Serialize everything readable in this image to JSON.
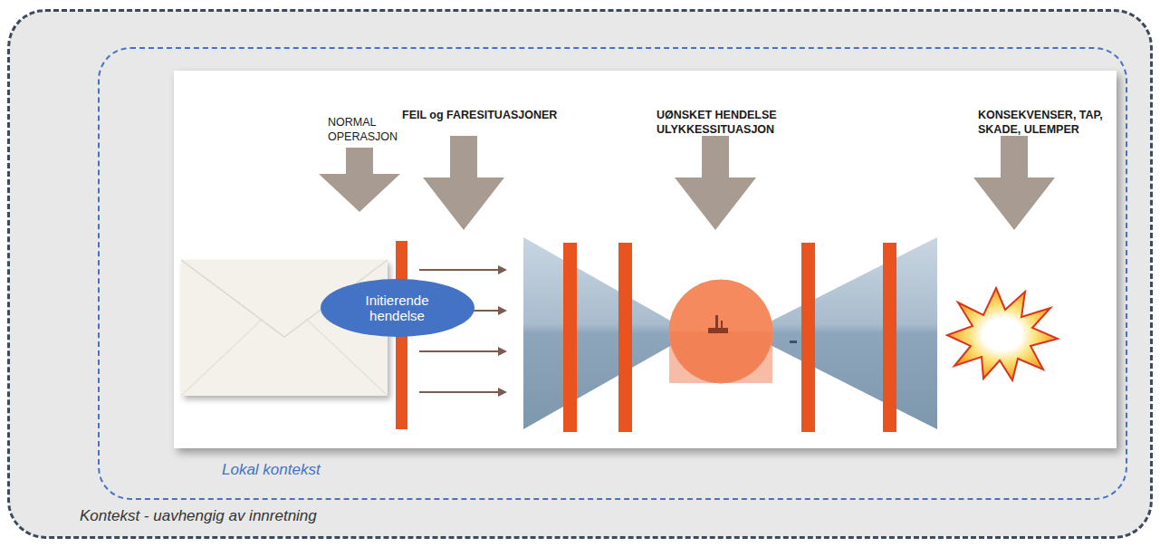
{
  "diagram": {
    "nodes": [
      {
        "text": [
          "Kontekst - uavhengig av innretning"
        ]
      },
      {
        "text": [
          "Lokal kontekst"
        ],
        "in": 0
      },
      {
        "text": [
          "Initierende hendelse"
        ],
        "in": 1
      }
    ],
    "labels": [
      "NORMAL OPERASJON",
      "FEIL og FARESITUASJONER",
      "UØNSKET HENDELSE ULYKKESSITUASJON",
      "KONSEKVENSER, TAP, SKADE, ULEMPER"
    ]
  }
}
